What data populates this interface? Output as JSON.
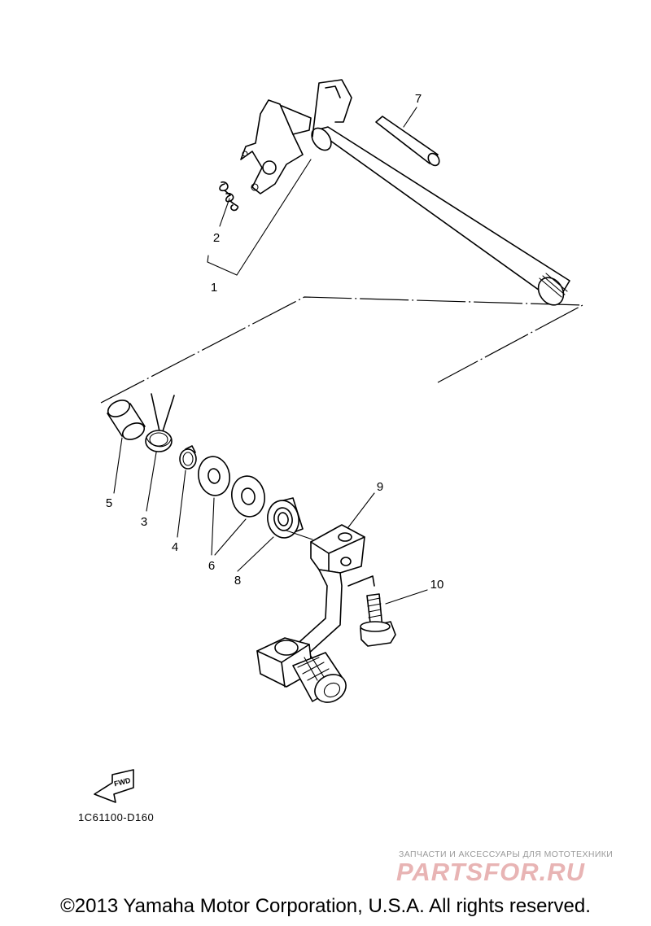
{
  "diagram": {
    "callouts": [
      {
        "id": "1",
        "label": "1"
      },
      {
        "id": "2",
        "label": "2"
      },
      {
        "id": "3",
        "label": "3"
      },
      {
        "id": "4",
        "label": "4"
      },
      {
        "id": "5",
        "label": "5"
      },
      {
        "id": "6",
        "label": "6"
      },
      {
        "id": "7",
        "label": "7"
      },
      {
        "id": "8",
        "label": "8"
      },
      {
        "id": "9",
        "label": "9"
      },
      {
        "id": "10",
        "label": "10"
      }
    ],
    "fwd_label": "FWD",
    "drawing_code": "1C61100-D160"
  },
  "watermark": {
    "tagline": "ЗАПЧАСТИ И АКСЕССУАРЫ ДЛЯ МОТОТЕХНИКИ",
    "logo": "PARTSFOR.RU"
  },
  "footer": {
    "copyright": "©2013 Yamaha Motor Corporation, U.S.A. All rights reserved."
  }
}
